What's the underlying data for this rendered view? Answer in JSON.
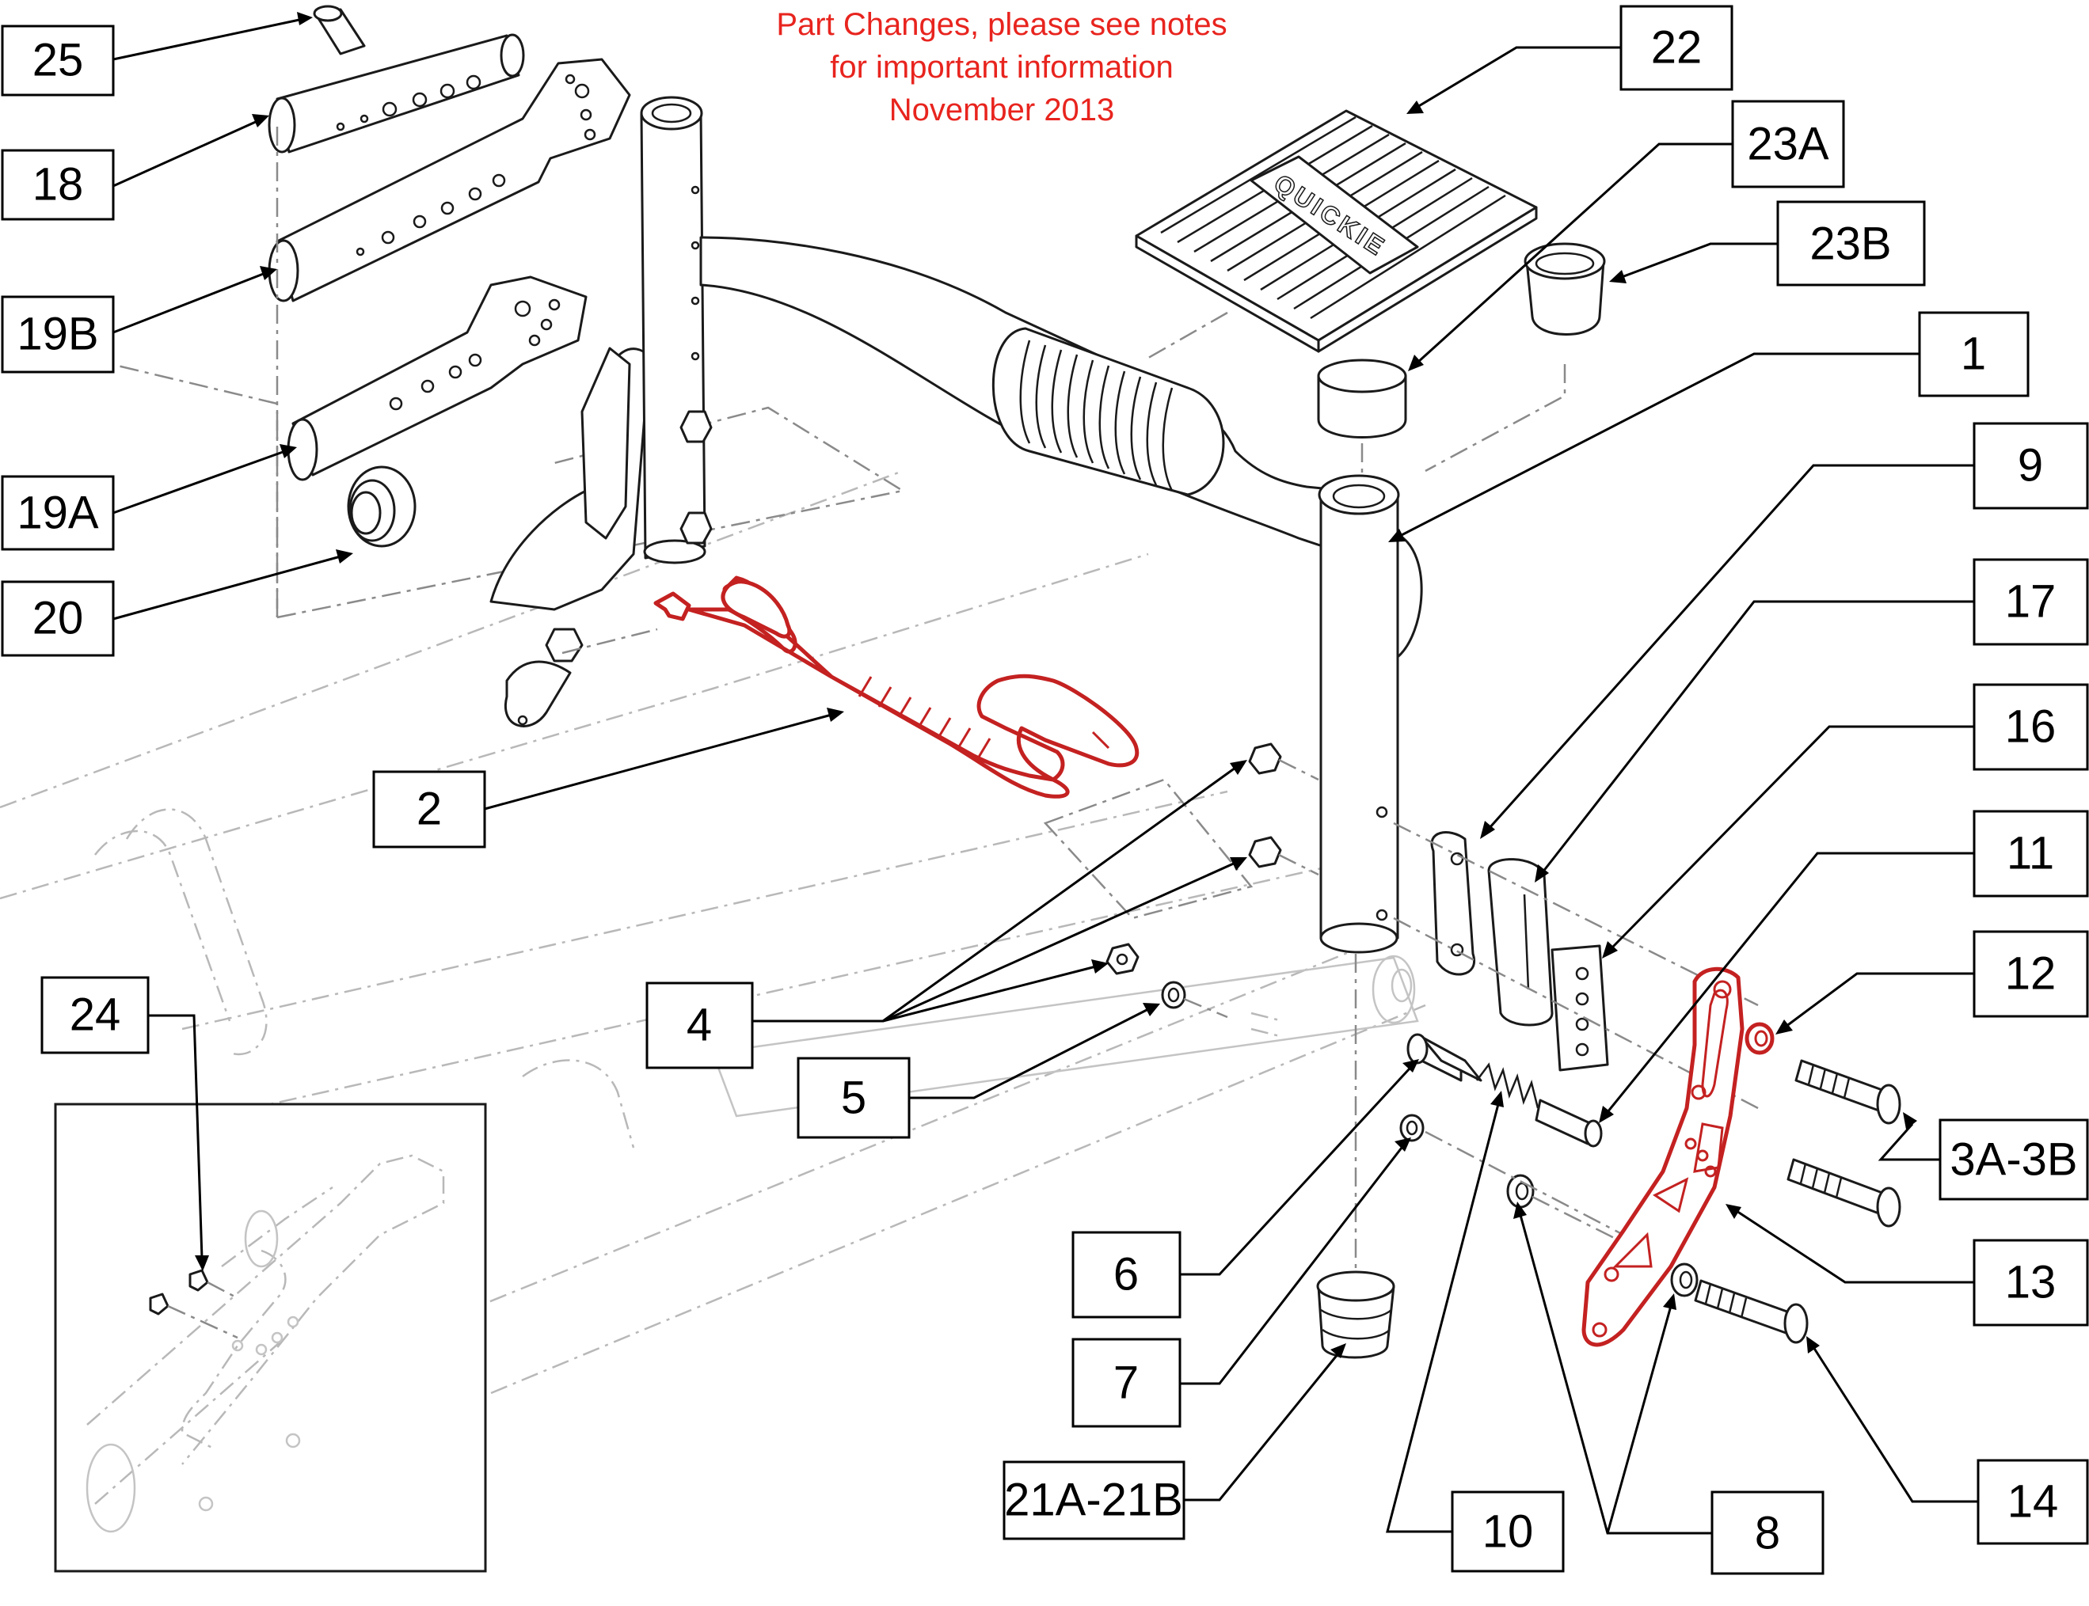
{
  "notice": {
    "lines": [
      "Part Changes, please see notes",
      "for important information",
      "November 2013"
    ],
    "color": "#e8241e"
  },
  "highlight_color": "#c42121",
  "callouts": [
    {
      "id": "25",
      "label": "25"
    },
    {
      "id": "18",
      "label": "18"
    },
    {
      "id": "19b",
      "label": "19B"
    },
    {
      "id": "19a",
      "label": "19A"
    },
    {
      "id": "20",
      "label": "20"
    },
    {
      "id": "2",
      "label": "2"
    },
    {
      "id": "24",
      "label": "24"
    },
    {
      "id": "4",
      "label": "4"
    },
    {
      "id": "5",
      "label": "5"
    },
    {
      "id": "6",
      "label": "6"
    },
    {
      "id": "7",
      "label": "7"
    },
    {
      "id": "21a-21b",
      "label": "21A-21B"
    },
    {
      "id": "10",
      "label": "10"
    },
    {
      "id": "8",
      "label": "8"
    },
    {
      "id": "14",
      "label": "14"
    },
    {
      "id": "13",
      "label": "13"
    },
    {
      "id": "3a-3b",
      "label": "3A-3B"
    },
    {
      "id": "12",
      "label": "12"
    },
    {
      "id": "11",
      "label": "11"
    },
    {
      "id": "16",
      "label": "16"
    },
    {
      "id": "17",
      "label": "17"
    },
    {
      "id": "9",
      "label": "9"
    },
    {
      "id": "1",
      "label": "1"
    },
    {
      "id": "23b",
      "label": "23B"
    },
    {
      "id": "23a",
      "label": "23A"
    },
    {
      "id": "22",
      "label": "22"
    }
  ],
  "footplate_logo": "QUICKIE"
}
